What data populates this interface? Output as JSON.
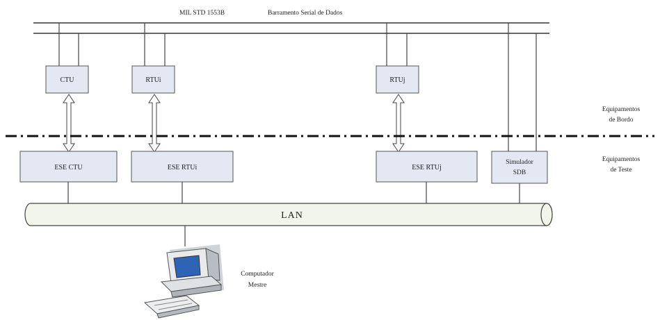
{
  "bus": {
    "name": "MIL STD 1553B",
    "description": "Barramento Serial de Dados"
  },
  "onboard_units": [
    {
      "label": "CTU"
    },
    {
      "label": "RTUi"
    },
    {
      "label": "RTUj"
    }
  ],
  "test_units": [
    {
      "label": "ESE CTU"
    },
    {
      "label": "ESE RTUi"
    },
    {
      "label": "ESE RTUj"
    }
  ],
  "simulator": {
    "line1": "Simulador",
    "line2": "SDB"
  },
  "lan_label": "LAN",
  "zones": {
    "onboard": {
      "line1": "Equipamentos",
      "line2": "de Bordo"
    },
    "test": {
      "line1": "Equipamentos",
      "line2": "de Teste"
    }
  },
  "master": {
    "line1": "Computador",
    "line2": "Mestre"
  },
  "colors": {
    "box_fill": "#e3e8f2",
    "lan_fill": "#f1f5ea",
    "line": "#444444"
  }
}
